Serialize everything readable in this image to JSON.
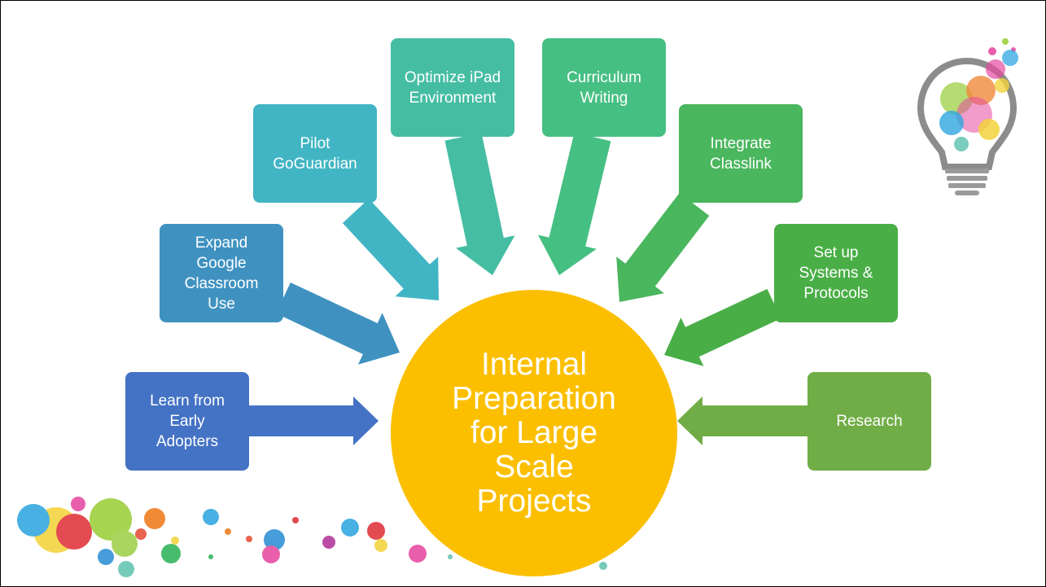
{
  "center": {
    "label": "Internal\nPreparation\nfor Large\nScale\nProjects",
    "color": "#fbbf00"
  },
  "nodes": [
    {
      "id": "learn-early-adopters",
      "label": "Learn from\nEarly\nAdopters",
      "color": "#4472c4"
    },
    {
      "id": "expand-google-classroom",
      "label": "Expand\nGoogle\nClassroom\nUse",
      "color": "#3f92c0"
    },
    {
      "id": "pilot-goguardian",
      "label": "Pilot\nGoGuardian",
      "color": "#42b5c4"
    },
    {
      "id": "optimize-ipad",
      "label": "Optimize iPad\nEnvironment",
      "color": "#45bda3"
    },
    {
      "id": "curriculum-writing",
      "label": "Curriculum\nWriting",
      "color": "#46bf83"
    },
    {
      "id": "integrate-classlink",
      "label": "Integrate\nClasslink",
      "color": "#4ab65e"
    },
    {
      "id": "systems-protocols",
      "label": "Set up\nSystems &\nProtocols",
      "color": "#4aae47"
    },
    {
      "id": "research",
      "label": "Research",
      "color": "#70ad47"
    }
  ]
}
